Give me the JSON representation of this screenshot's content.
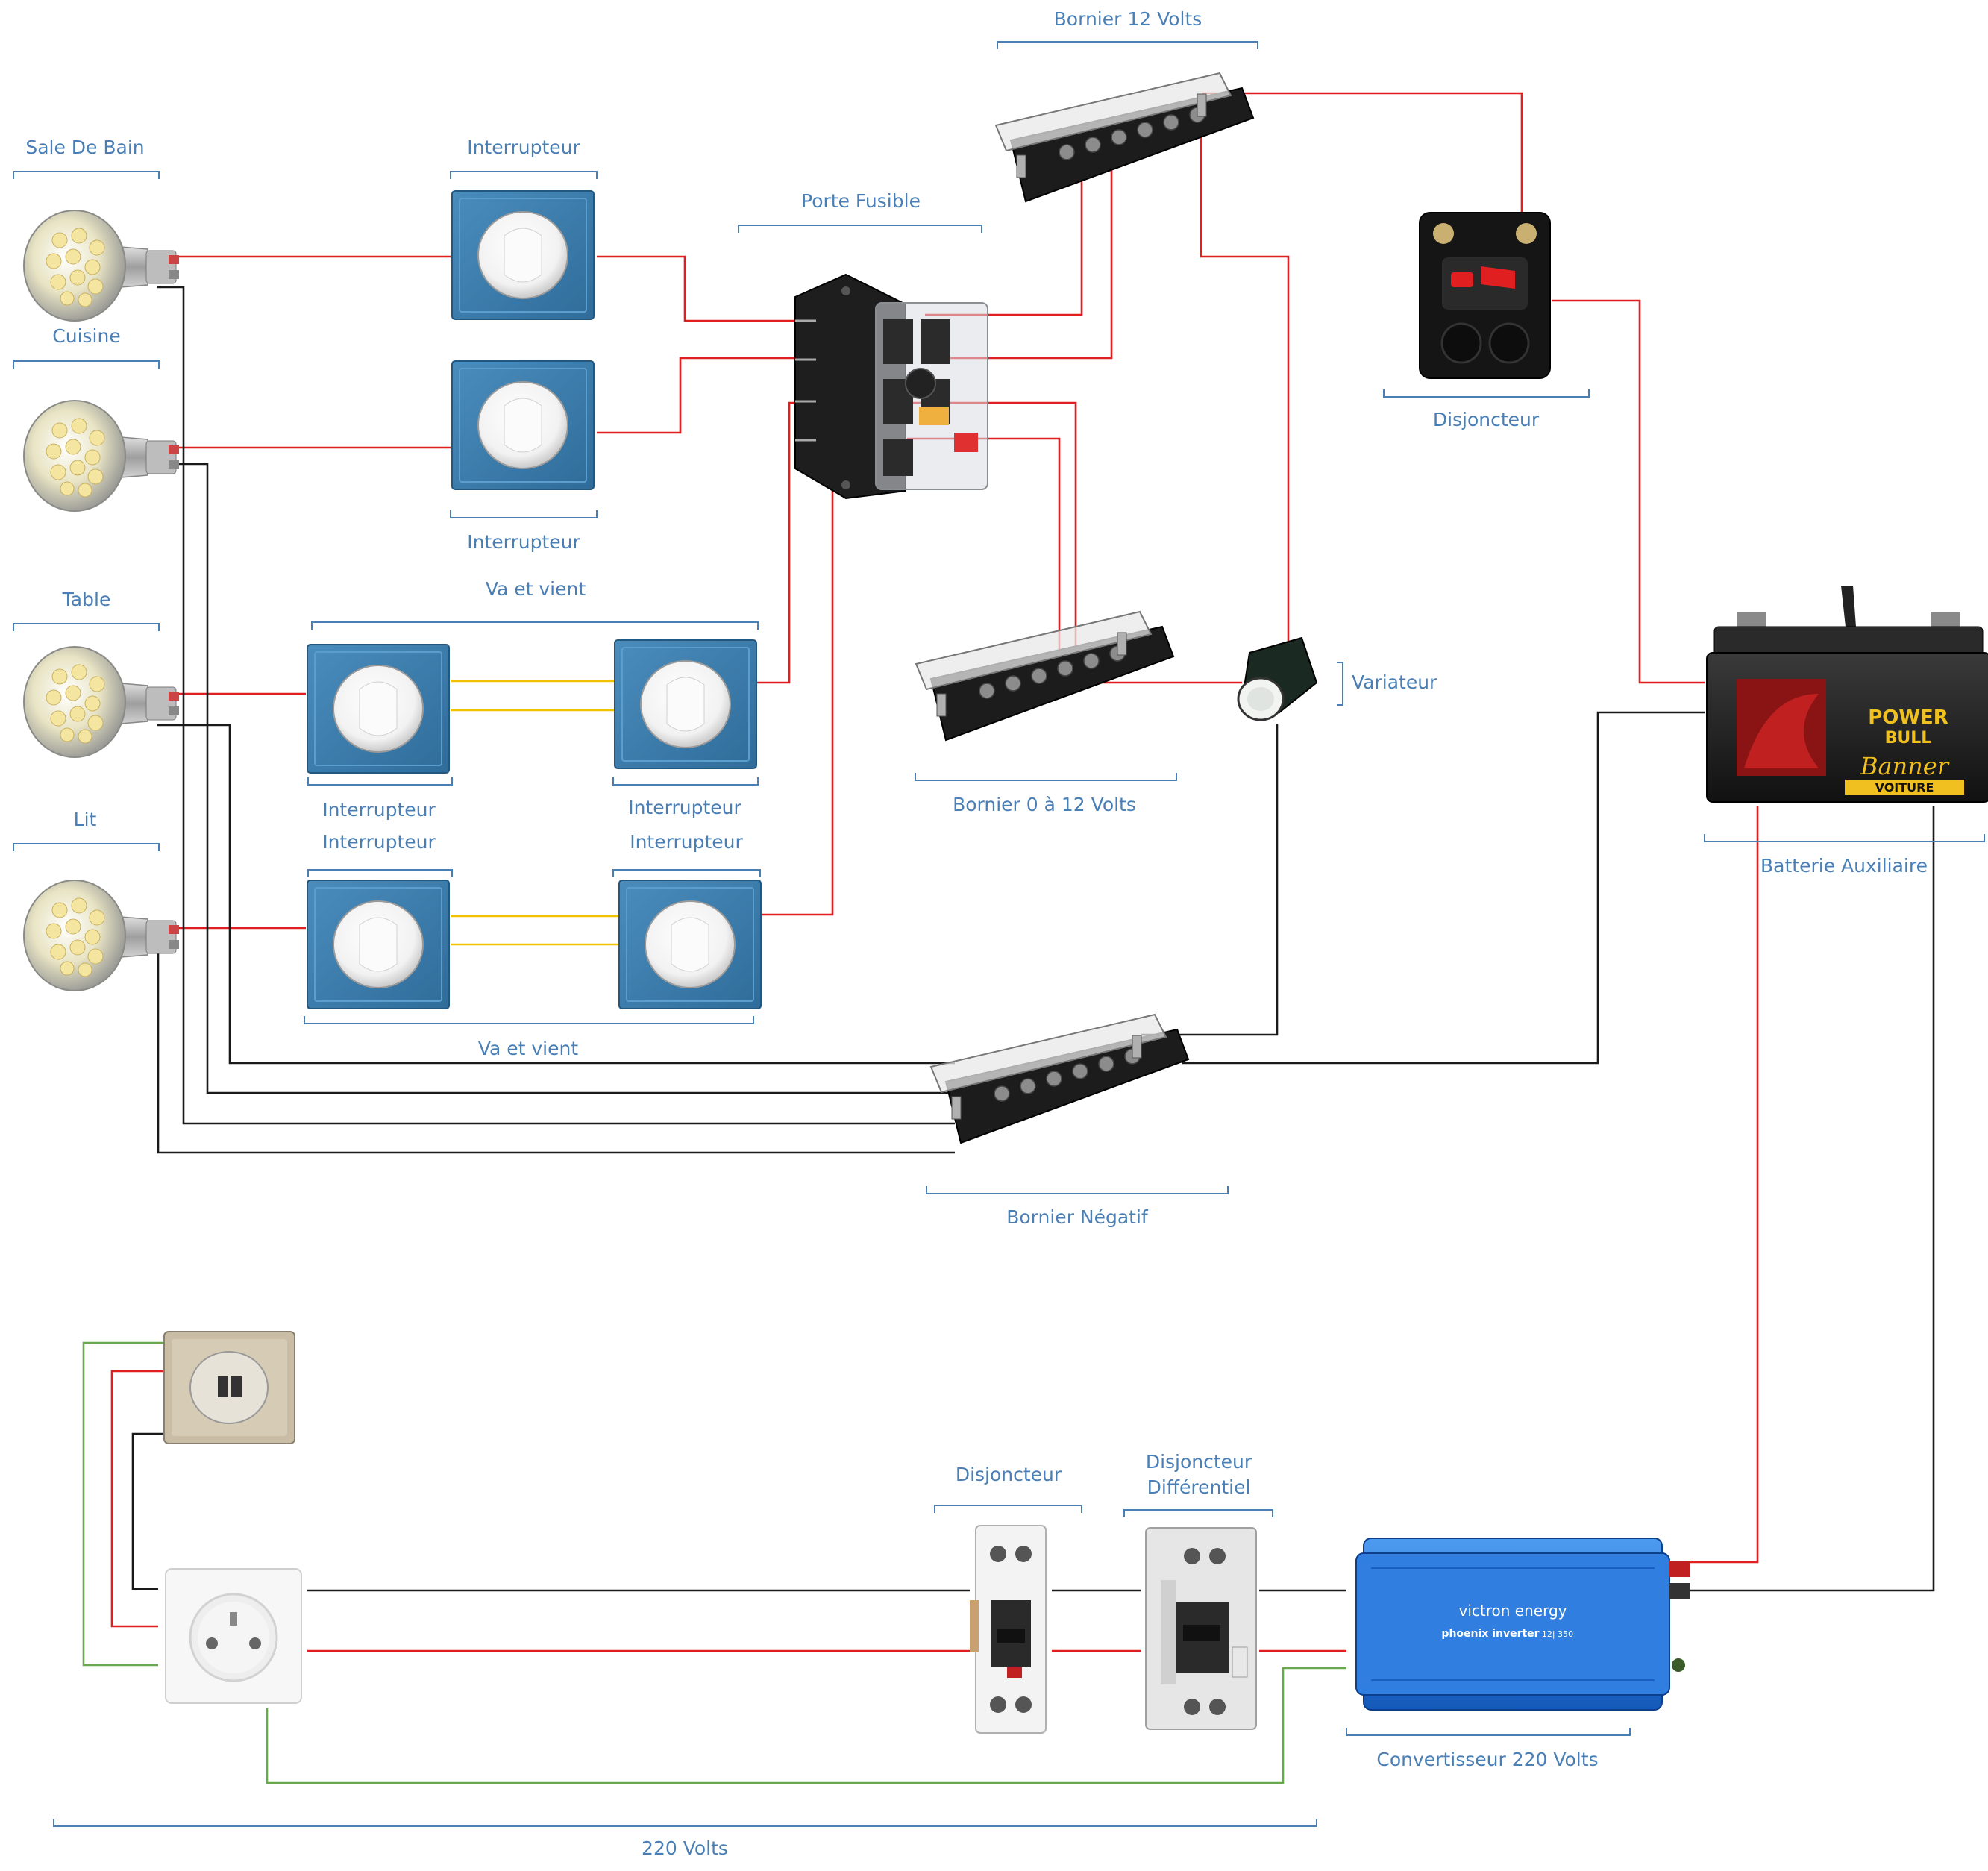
{
  "labels": {
    "bornier_12v": "Bornier 12 Volts",
    "sale_de_bain": "Sale De Bain",
    "interrupteur_1": "Interrupteur",
    "porte_fusible": "Porte Fusible",
    "cuisine": "Cuisine",
    "disjoncteur_12v": "Disjoncteur",
    "interrupteur_2": "Interrupteur",
    "va_et_vient_1": "Va et vient",
    "table": "Table",
    "variateur": "Variateur",
    "interrupteur_3": "Interrupteur",
    "interrupteur_4": "Interrupteur",
    "bornier_0_12v": "Bornier 0 à 12 Volts",
    "interrupteur_5": "Interrupteur",
    "interrupteur_6": "Interrupteur",
    "lit": "Lit",
    "batterie": "Batterie Auxiliaire",
    "va_et_vient_2": "Va et vient",
    "bornier_negatif": "Bornier Négatif",
    "disjoncteur_220": "Disjoncteur",
    "disjoncteur_diff_1": "Disjoncteur",
    "disjoncteur_diff_2": "Différentiel",
    "convertisseur": "Convertisseur 220 Volts",
    "volts_220": "220 Volts"
  },
  "devices": {
    "battery_text_1": "POWER",
    "battery_text_2": "BULL",
    "battery_text_3": "Banner",
    "battery_text_4": "VOITURE",
    "inverter_brand": "victron energy",
    "inverter_model": "phoenix inverter",
    "inverter_rating": "12| 350"
  },
  "colors": {
    "positive_wire": "#e02020",
    "negative_wire": "#1a1a1a",
    "traveler_wire": "#f2c200",
    "earth_wire": "#6aa84f",
    "label": "#4a7fb5",
    "switch_plate": "#3b7fb0",
    "inverter": "#1f6fd6"
  }
}
